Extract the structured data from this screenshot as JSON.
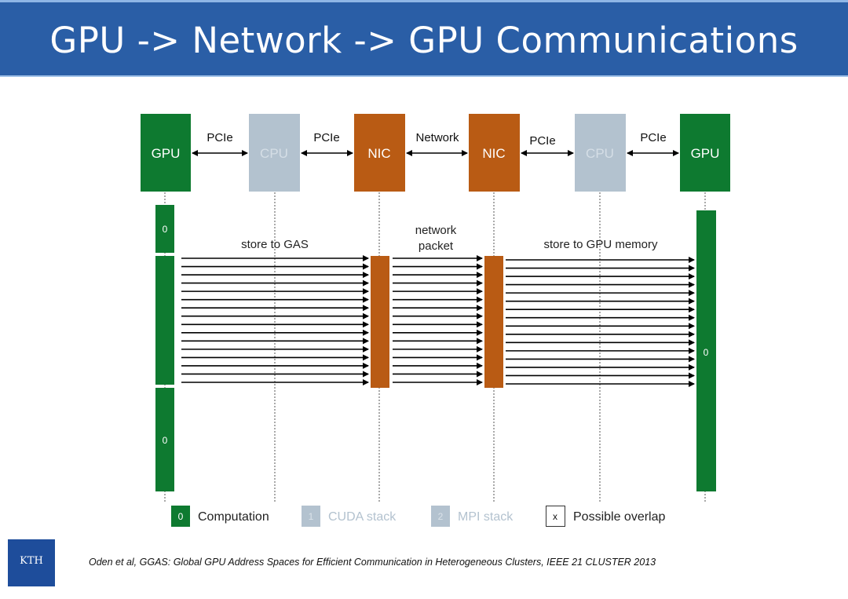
{
  "slide": {
    "title": "GPU -> Network -> GPU Communications",
    "citation": "Oden et al, GGAS: Global GPU Address Spaces for Efficient Communication in Heterogeneous Clusters, IEEE 21 CLUSTER 2013",
    "logo_text": "KTH"
  },
  "diagram": {
    "nodes": [
      "GPU",
      "CPU",
      "NIC",
      "NIC",
      "CPU",
      "GPU"
    ],
    "links": [
      "PCIe",
      "PCIe",
      "Network",
      "PCIe",
      "PCIe"
    ],
    "labels": {
      "store_gas": "store to GAS",
      "network_packet_1": "network",
      "network_packet_2": "packet",
      "store_gpu": "store to GPU memory"
    },
    "block_labels": [
      "0",
      "0",
      "0"
    ],
    "legend": [
      {
        "key": "0",
        "label": "Computation",
        "color": "#0e7a30"
      },
      {
        "key": "1",
        "label": "CUDA stack",
        "color": "#b3c2cf"
      },
      {
        "key": "2",
        "label": "MPI stack",
        "color": "#b3c2cf"
      },
      {
        "key": "x",
        "label": "Possible overlap",
        "color": "#ffffff"
      }
    ],
    "colors": {
      "gpu": "#0e7a30",
      "cpu": "#b3c2cf",
      "nic": "#b95b14",
      "title_bar": "#2a5ea6"
    }
  }
}
